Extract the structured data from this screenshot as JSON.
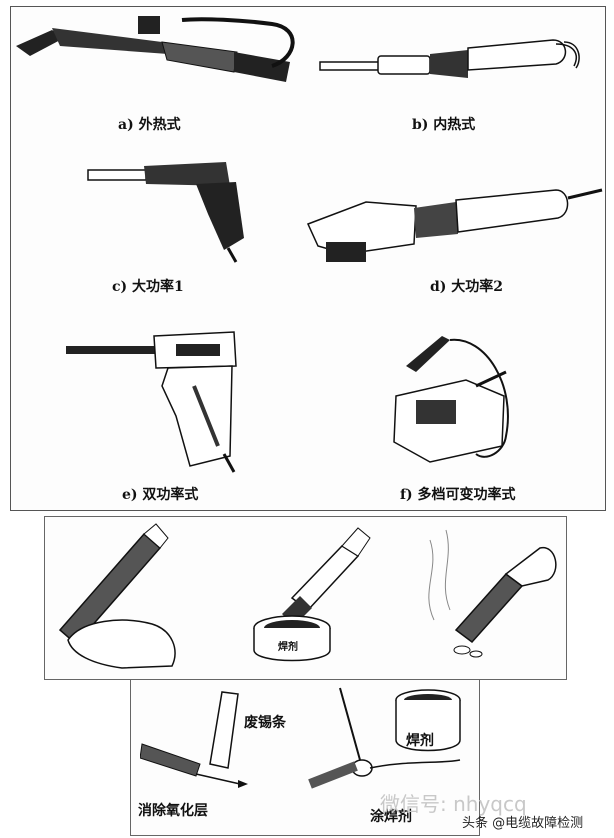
{
  "top_panel": {
    "captions": [
      {
        "id": "a",
        "text": "a) 外热式"
      },
      {
        "id": "b",
        "text": "b) 内热式"
      },
      {
        "id": "c",
        "text": "c) 大功率1"
      },
      {
        "id": "d",
        "text": "d) 大功率2"
      },
      {
        "id": "e",
        "text": "e) 双功率式"
      },
      {
        "id": "f",
        "text": "f) 多档可变功率式"
      }
    ]
  },
  "bottom_panel": {
    "labels": {
      "waste_strip": "废锡条",
      "remove_oxide": "消除氧化层",
      "flux_can": "焊剂",
      "flux_can_small": "焊剂",
      "apply_flux": "涂焊剂"
    }
  },
  "watermark": {
    "text": "头条 @电缆故障检测",
    "faint": "微信号: nhyqcq"
  }
}
